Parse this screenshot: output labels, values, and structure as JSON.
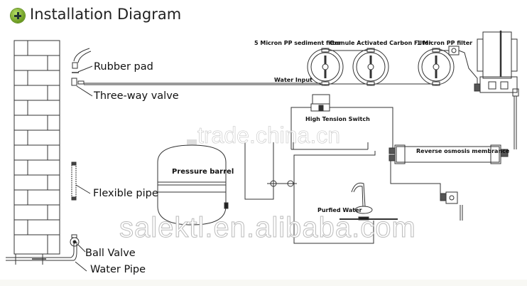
{
  "title": "Installation Diagram",
  "title_icon": "plus-circle-icon",
  "labels": {
    "rubber_pad": "Rubber pad",
    "three_way_valve": "Three-way valve",
    "flexible_pipe": "Flexible pipe",
    "ball_valve": "Ball Valve",
    "water_pipe": "Water Pipe",
    "pressure_barrel": "Pressure barrel",
    "water_input": "Water Input",
    "filter_1": "5 Micron PP sediment filter",
    "filter_2": "Granule Activated Carbon Filter",
    "filter_3": "1 Micron PP filter",
    "high_tension_switch": "High Tension Switch",
    "ro_membrane": "Reverse osmosis membrance",
    "purified_water": "Purfied Water"
  },
  "watermarks": {
    "top": "trade.china.cn",
    "bottom": "salektl.en.alibaba.com"
  },
  "colors": {
    "accent_green": "#6a9a1e",
    "line": "#333333",
    "watermark": "#bbbbbb"
  }
}
